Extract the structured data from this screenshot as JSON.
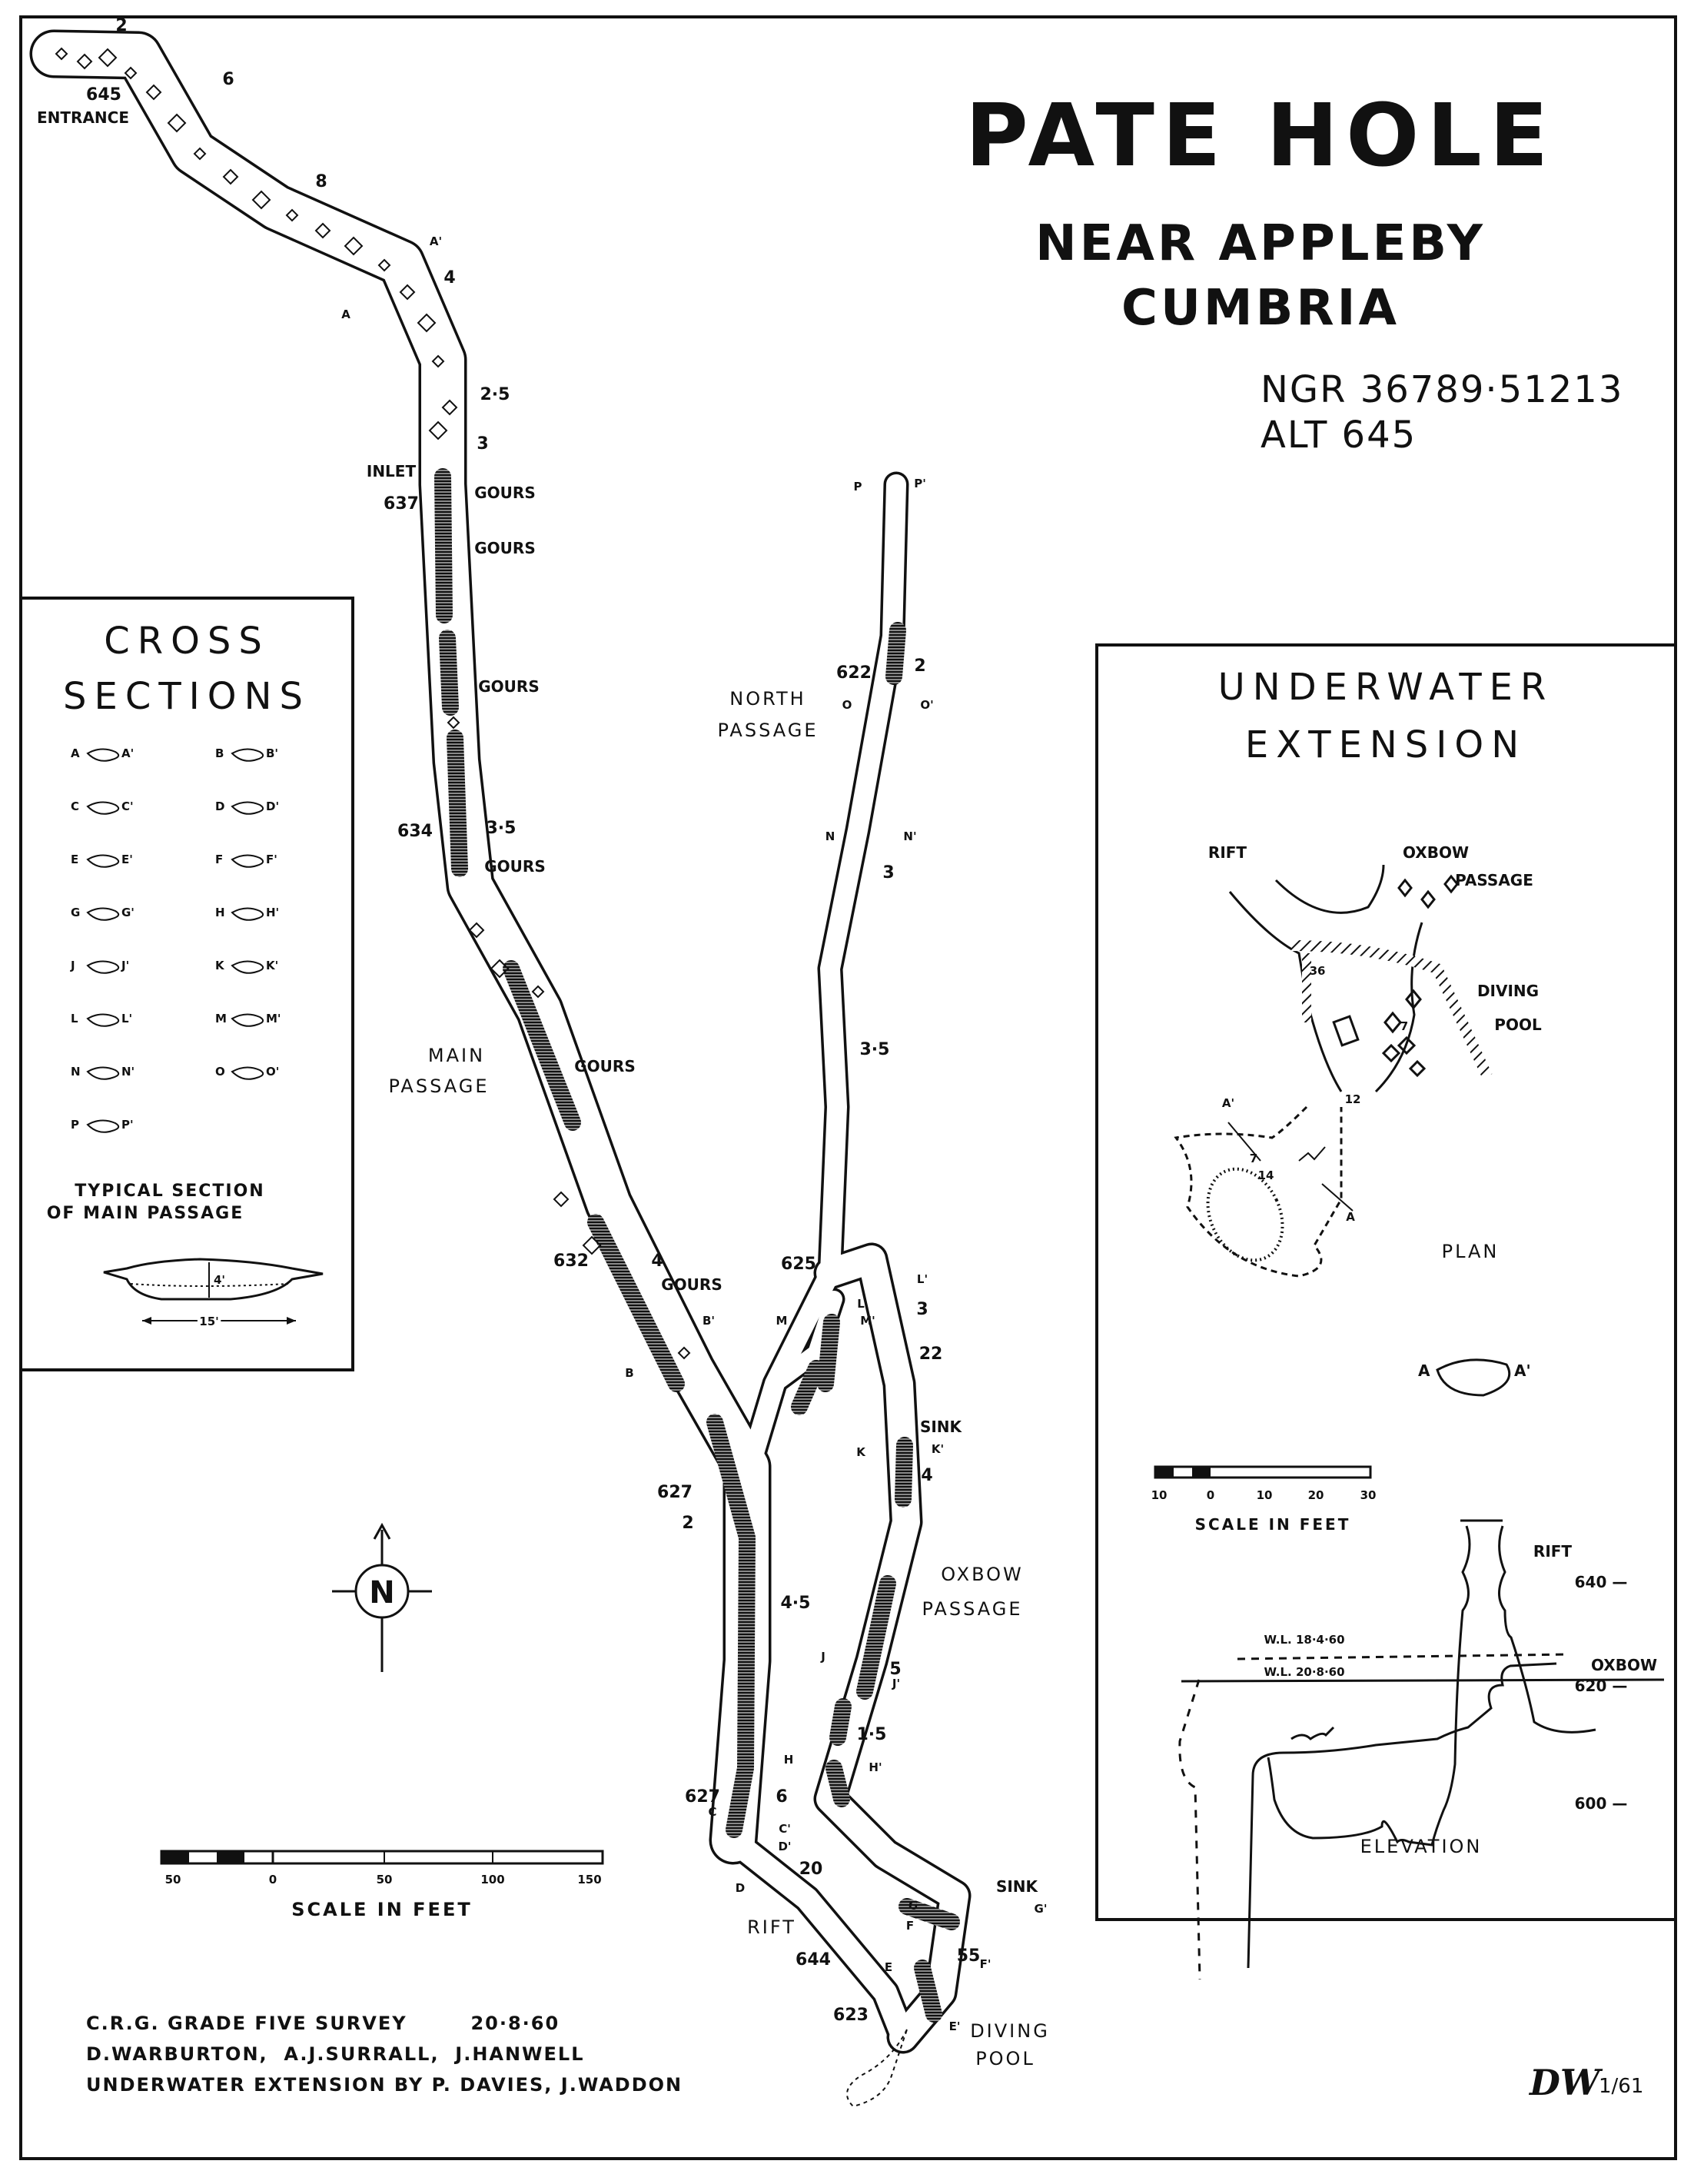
{
  "title": {
    "name": "PATE HOLE",
    "location_line1": "NEAR APPLEBY",
    "location_line2": "CUMBRIA",
    "ngr": "NGR 36789·51213",
    "alt": "ALT 645"
  },
  "map_labels": [
    "645",
    "ENTRANCE",
    "2",
    "6",
    "8",
    "4",
    "2·5",
    "3",
    "INLET",
    "637",
    "GOURS",
    "GOURS",
    "GOURS",
    "634",
    "3·5",
    "GOURS",
    "MAIN",
    "PASSAGE",
    "GOURS",
    "632",
    "4",
    "GOURS",
    "627",
    "2",
    "4·5",
    "627",
    "6",
    "20",
    "RIFT",
    "644",
    "623",
    "DIVING",
    "POOL",
    "55",
    "SINK",
    "OXBOW",
    "PASSAGE",
    "1·5",
    "5",
    "SINK",
    "4",
    "22",
    "3",
    "625",
    "3·5",
    "3",
    "NORTH",
    "PASSAGE",
    "622",
    "2"
  ],
  "section_markers": [
    "A",
    "A'",
    "B",
    "B'",
    "C",
    "C'",
    "D",
    "D'",
    "E",
    "E'",
    "F",
    "F'",
    "G",
    "G'",
    "H",
    "H'",
    "J",
    "J'",
    "K",
    "K'",
    "L",
    "L'",
    "M",
    "M'",
    "N",
    "N'",
    "O",
    "O'",
    "P",
    "P'"
  ],
  "cross_sections": {
    "title_line1": "CROSS",
    "title_line2": "SECTIONS",
    "items": [
      {
        "from": "A",
        "to": "A'"
      },
      {
        "from": "B",
        "to": "B'"
      },
      {
        "from": "C",
        "to": "C'"
      },
      {
        "from": "D",
        "to": "D'"
      },
      {
        "from": "E",
        "to": "E'"
      },
      {
        "from": "F",
        "to": "F'"
      },
      {
        "from": "G",
        "to": "G'"
      },
      {
        "from": "H",
        "to": "H'"
      },
      {
        "from": "J",
        "to": "J'"
      },
      {
        "from": "K",
        "to": "K'"
      },
      {
        "from": "L",
        "to": "L'"
      },
      {
        "from": "M",
        "to": "M'"
      },
      {
        "from": "N",
        "to": "N'"
      },
      {
        "from": "O",
        "to": "O'"
      },
      {
        "from": "P",
        "to": "P'"
      }
    ],
    "typical_line1": "TYPICAL SECTION",
    "typical_line2": "OF MAIN PASSAGE",
    "typical_height": "4'",
    "typical_width": "15'"
  },
  "underwater": {
    "title_line1": "UNDERWATER",
    "title_line2": "EXTENSION",
    "plan_labels": [
      "RIFT",
      "OXBOW",
      "PASSAGE",
      "DIVING",
      "POOL",
      "A'",
      "A",
      "36",
      "7",
      "12",
      "7",
      "14"
    ],
    "plan_title": "PLAN",
    "section_from": "A",
    "section_to": "A'",
    "scale_ticks": [
      "10",
      "0",
      "10",
      "20",
      "30"
    ],
    "scale_label": "SCALE IN FEET",
    "elevation_labels": [
      "RIFT",
      "640 —",
      "W.L. 18·4·60",
      "OXBOW",
      "W.L. 20·8·60",
      "620 —",
      "600 —"
    ],
    "elevation_title": "ELEVATION"
  },
  "scale": {
    "ticks": [
      "50",
      "0",
      "50",
      "100",
      "150"
    ],
    "label": "SCALE IN FEET"
  },
  "compass": {
    "north": "N"
  },
  "credits": [
    "C.R.G. GRADE FIVE SURVEY        20·8·60",
    "D.WARBURTON,  A.J.SURRALL,  J.HANWELL",
    "UNDERWATER EXTENSION BY P. DAVIES, J.WADDON"
  ],
  "signature": {
    "initials": "DW",
    "date": "1/61"
  }
}
